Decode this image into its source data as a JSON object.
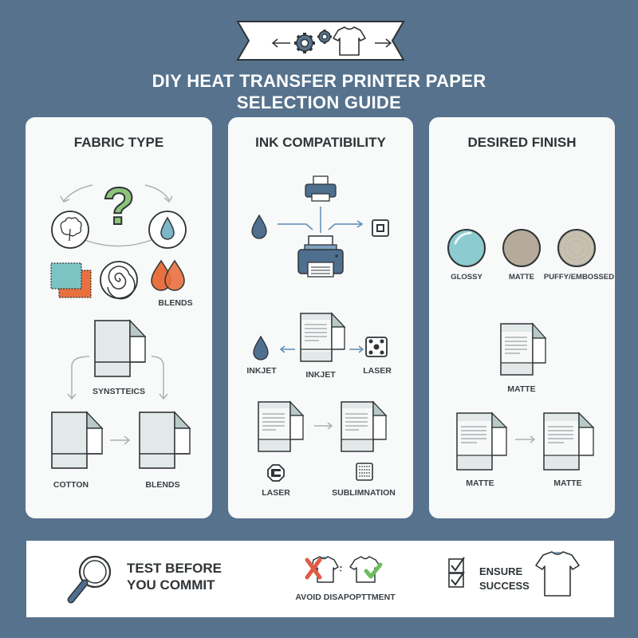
{
  "header": {
    "banner_icons": [
      "arrow-left-icon",
      "gear-icon",
      "gear-icon",
      "tshirt-icon",
      "arrow-right-icon"
    ],
    "title_line1": "DIY HEAT TRANSFER PRINTER PAPER",
    "title_line2": "SELECTION GUIDE"
  },
  "panels": [
    {
      "title": "FABRIC TYPE",
      "icons": [
        "question-mark-icon",
        "cotton-icon",
        "water-drop-icon",
        "fabric-swatch-icon",
        "spiral-icon",
        "blends-drops-icon"
      ],
      "labels": {
        "blends_icon": "BLENDS",
        "top_doc": "SYNSTTEICS",
        "left_doc": "COTTON",
        "right_doc": "BLENDS"
      }
    },
    {
      "title": "INK COMPATIBILITY",
      "icons": [
        "printer-icon",
        "ink-drop-icon",
        "printer-icon",
        "toner-icon"
      ],
      "labels": {
        "drop": "INKJET",
        "center_doc": "INKJET",
        "laser_icon": "LASER",
        "laser_bottom": "LASER",
        "sublimation": "SUBLIMNATION"
      }
    },
    {
      "title": "DESIRED FINISH",
      "swatches": [
        {
          "label": "GLOSSY",
          "color": "#8ccbd0"
        },
        {
          "label": "MATTE",
          "color": "#b6ab9a"
        },
        {
          "label": "PUFFY/EMBOSSED",
          "color": "#c8c0b1"
        }
      ],
      "labels": {
        "top_doc": "MATTE",
        "left_doc": "MATTE",
        "right_doc": "MATTE"
      }
    }
  ],
  "footer": {
    "test_line1": "TEST BEFORE",
    "test_line2": "YOU COMMIT",
    "avoid": "AVOID DISAPOPTTMENT",
    "ensure_line1": "ENSURE",
    "ensure_line2": "SUCCESS"
  },
  "colors": {
    "background": "#56728d",
    "panel": "#f8f9f9",
    "dark_blue": "#4f6f8f",
    "green": "#8cc47a",
    "orange": "#e8703f",
    "teal": "#7cc4c4",
    "red_x": "#e05a45",
    "check_green": "#6dbb5e"
  }
}
